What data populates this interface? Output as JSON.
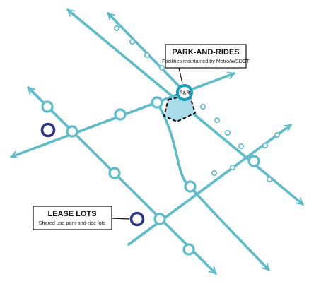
{
  "colors": {
    "route": "#5bbccb",
    "station_fill": "#ffffff",
    "park_ride_ring": "#1aa0c4",
    "park_ride_area": "#a9dbe9",
    "lease_lot_ring": "#2c3486",
    "callout_border": "#111111",
    "text": "#111111"
  },
  "park_and_rides": {
    "title": "PARK-AND-RIDES",
    "subtitle": "Facilities maintained by Metro/WSDOT",
    "badge_label": "P&R"
  },
  "lease_lots": {
    "title": "LEASE LOTS",
    "subtitle": "Shared use park-and-ride lots"
  }
}
